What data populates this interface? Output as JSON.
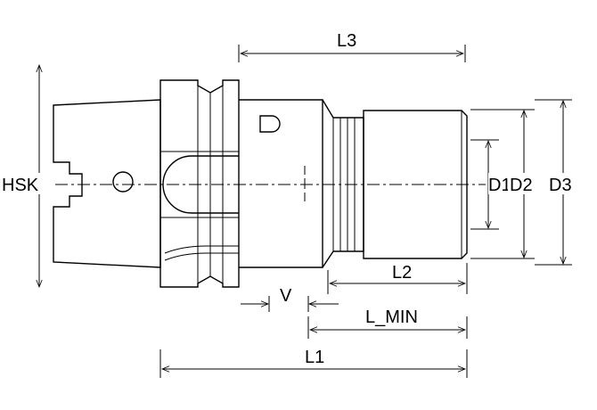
{
  "dimensions": {
    "hsk": "HSK",
    "l3": "L3",
    "d1": "D1",
    "d2": "D2",
    "d3": "D3",
    "v": "V",
    "l2": "L2",
    "l_min": "L_MIN",
    "l1": "L1"
  }
}
